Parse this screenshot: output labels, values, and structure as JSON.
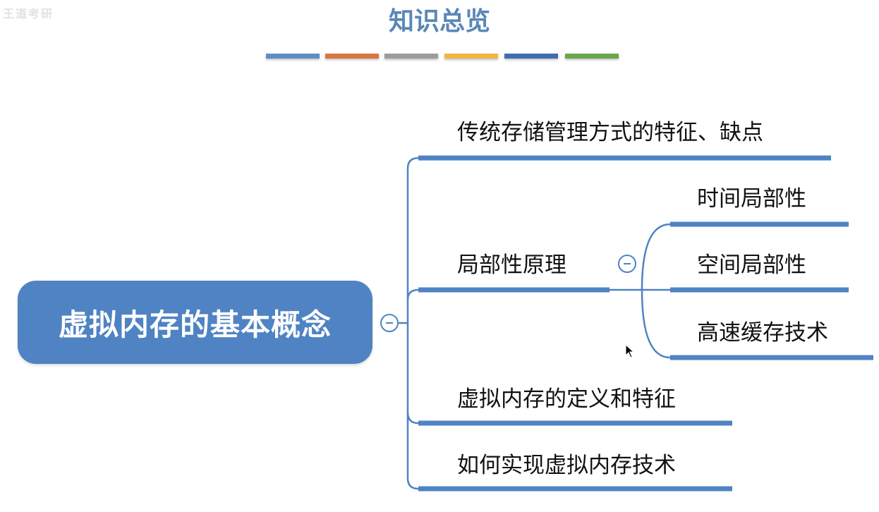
{
  "watermark": "王道考研",
  "page_title": "知识总览",
  "color_bars": [
    "#5b8fc7",
    "#d9773f",
    "#9c9c9c",
    "#f0b642",
    "#3f6db0",
    "#6aa64a"
  ],
  "mindmap": {
    "root": "虚拟内存的基本概念",
    "branches": [
      {
        "label": "传统存储管理方式的特征、缺点"
      },
      {
        "label": "局部性原理",
        "children": [
          {
            "label": "时间局部性"
          },
          {
            "label": "空间局部性"
          },
          {
            "label": "高速缓存技术"
          }
        ]
      },
      {
        "label": "虚拟内存的定义和特征"
      },
      {
        "label": "如何实现虚拟内存技术"
      }
    ]
  },
  "colors": {
    "node_fill": "#4f83c3",
    "connector": "#4f83c3",
    "title": "#5a86b7"
  },
  "icons": {
    "collapse": "minus-circle-icon",
    "cursor": "mouse-cursor-icon"
  }
}
